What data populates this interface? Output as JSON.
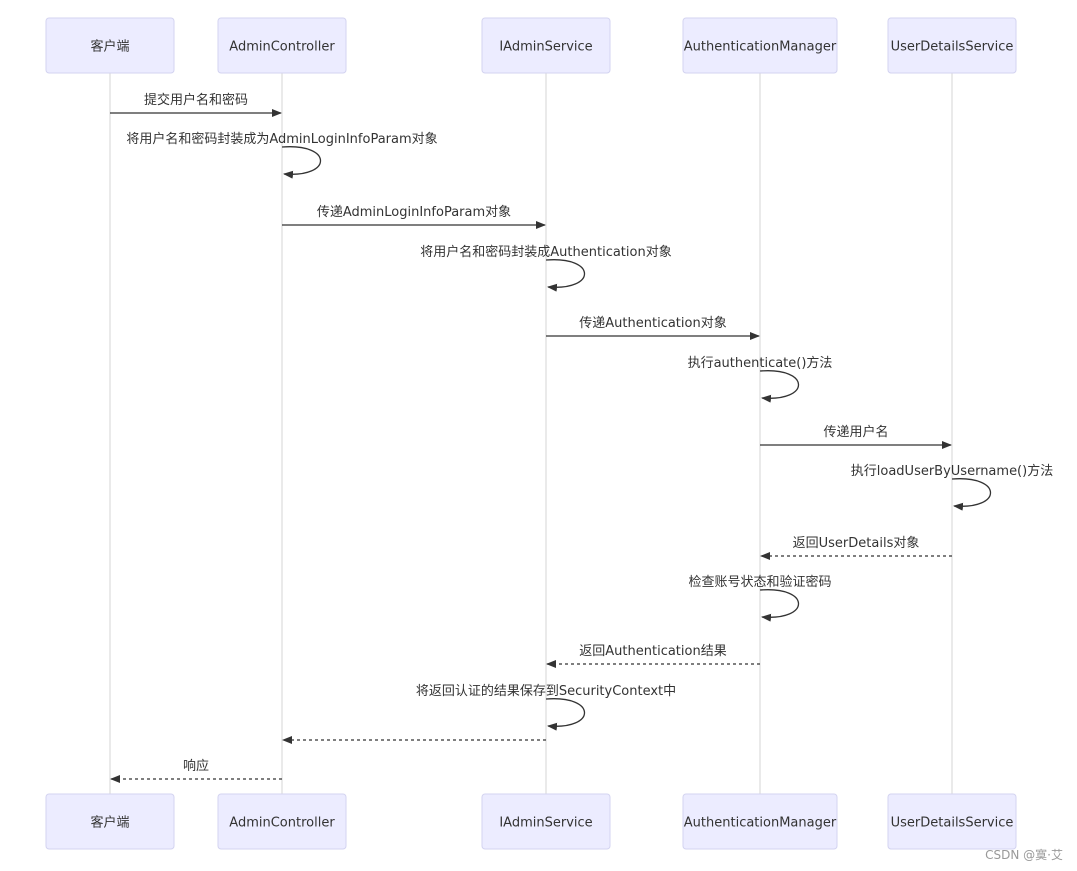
{
  "participants": [
    {
      "id": "client",
      "label": "客户端"
    },
    {
      "id": "controller",
      "label": "AdminController"
    },
    {
      "id": "service",
      "label": "IAdminService"
    },
    {
      "id": "authmgr",
      "label": "AuthenticationManager"
    },
    {
      "id": "uds",
      "label": "UserDetailsService"
    }
  ],
  "messages": [
    {
      "from": "client",
      "to": "controller",
      "text": "提交用户名和密码",
      "style": "solid"
    },
    {
      "from": "controller",
      "to": "controller",
      "text": "将用户名和密码封装成为AdminLoginInfoParam对象",
      "style": "solid"
    },
    {
      "from": "controller",
      "to": "service",
      "text": "传递AdminLoginInfoParam对象",
      "style": "solid"
    },
    {
      "from": "service",
      "to": "service",
      "text": "将用户名和密码封装成Authentication对象",
      "style": "solid"
    },
    {
      "from": "service",
      "to": "authmgr",
      "text": "传递Authentication对象",
      "style": "solid"
    },
    {
      "from": "authmgr",
      "to": "authmgr",
      "text": "执行authenticate()方法",
      "style": "solid"
    },
    {
      "from": "authmgr",
      "to": "uds",
      "text": "传递用户名",
      "style": "solid"
    },
    {
      "from": "uds",
      "to": "uds",
      "text": "执行loadUserByUsername()方法",
      "style": "solid"
    },
    {
      "from": "uds",
      "to": "authmgr",
      "text": "返回UserDetails对象",
      "style": "dashed"
    },
    {
      "from": "authmgr",
      "to": "authmgr",
      "text": "检查账号状态和验证密码",
      "style": "solid"
    },
    {
      "from": "authmgr",
      "to": "service",
      "text": "返回Authentication结果",
      "style": "dashed"
    },
    {
      "from": "service",
      "to": "service",
      "text": "将返回认证的结果保存到SecurityContext中",
      "style": "solid"
    },
    {
      "from": "service",
      "to": "controller",
      "text": "",
      "style": "dashed"
    },
    {
      "from": "controller",
      "to": "client",
      "text": "响应",
      "style": "dashed"
    }
  ],
  "watermark": "CSDN @寞·艾",
  "colors": {
    "actor_fill": "#ececff",
    "actor_border": "#d3d3f0",
    "line": "#333333",
    "lifeline": "#d6d6d6"
  }
}
